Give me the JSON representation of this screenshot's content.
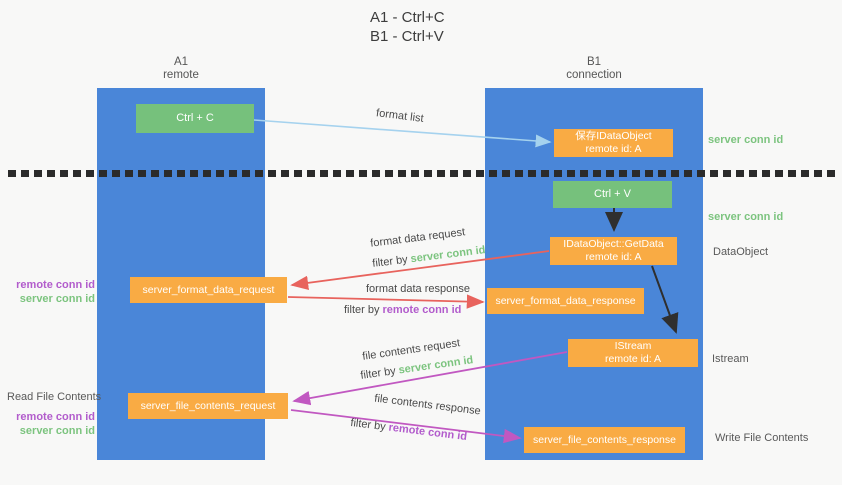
{
  "title": {
    "line1": "A1 - Ctrl+C",
    "line2": "B1 - Ctrl+V"
  },
  "lanes": {
    "left": {
      "name": "A1",
      "role": "remote"
    },
    "right": {
      "name": "B1",
      "role": "connection"
    }
  },
  "nodes": {
    "ctrl_c": {
      "label": "Ctrl + C"
    },
    "ctrl_v": {
      "label": "Ctrl + V"
    },
    "save_idataobject": {
      "line1": "保存IDataObject",
      "line2": "remote id: A"
    },
    "getdata": {
      "line1": "IDataObject::GetData",
      "line2": "remote id: A"
    },
    "istream": {
      "line1": "IStream",
      "line2": "remote id: A"
    },
    "server_format_data_request": {
      "label": "server_format_data_request"
    },
    "server_format_data_response": {
      "label": "server_format_data_response"
    },
    "server_file_contents_request": {
      "label": "server_file_contents_request"
    },
    "server_file_contents_response": {
      "label": "server_file_contents_response"
    }
  },
  "flow_labels": {
    "format_list": "format list",
    "format_data_request": "format data request",
    "format_data_request_filter_prefix": "filter by ",
    "format_data_request_filter_id": "server conn id",
    "format_data_response": "format data response",
    "format_data_response_filter_prefix": "filter by ",
    "format_data_response_filter_id": "remote conn id",
    "file_contents_request": "file contents request",
    "file_contents_request_filter_prefix": "filter by ",
    "file_contents_request_filter_id": "server conn id",
    "file_contents_response": "file contents response",
    "file_contents_response_filter_prefix": "filter by ",
    "file_contents_response_filter_id": "remote conn id"
  },
  "side_labels": {
    "server_conn_id_top": "server conn id",
    "server_conn_id_mid": "server conn id",
    "dataobject": "DataObject",
    "istream": "Istream",
    "write_file_contents": "Write File Contents",
    "read_file_contents": "Read File Contents",
    "remote_conn_id_1": "remote conn id",
    "server_conn_id_left_1": "server conn id",
    "remote_conn_id_2": "remote conn id",
    "server_conn_id_left_2": "server conn id"
  },
  "colors": {
    "lane_blue": "#4a86d8",
    "node_orange": "#f9ab44",
    "node_green": "#76c17c",
    "arrow_red": "#e8635d",
    "arrow_magenta": "#c158c1",
    "arrow_light_blue": "#a5d2ee",
    "arrow_black": "#2f2f2f",
    "id_green": "#7cc47f",
    "id_purple": "#b25ccc",
    "label_gray": "#595959",
    "separator_black": "#2b2b2b"
  }
}
